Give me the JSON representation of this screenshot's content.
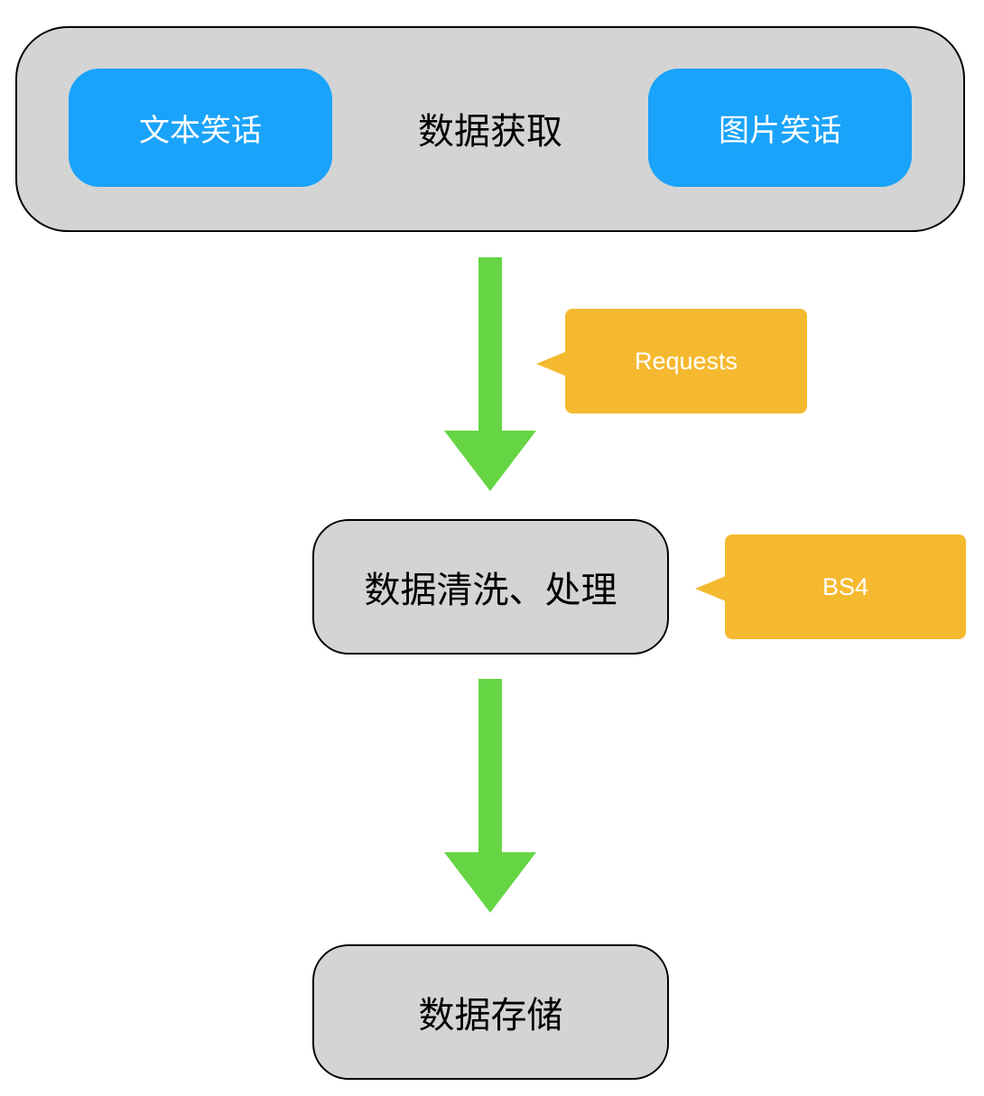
{
  "acquisition": {
    "title": "数据获取",
    "left_source": "文本笑话",
    "right_source": "图片笑话"
  },
  "cleaning": {
    "title": "数据清洗、处理"
  },
  "storage": {
    "title": "数据存储"
  },
  "callouts": {
    "requests": "Requests",
    "bs4": "BS4"
  },
  "colors": {
    "box_fill": "#d4d4d4",
    "source_fill": "#1aa3fb",
    "callout_fill": "#f5b92f",
    "arrow": "#66d544"
  }
}
